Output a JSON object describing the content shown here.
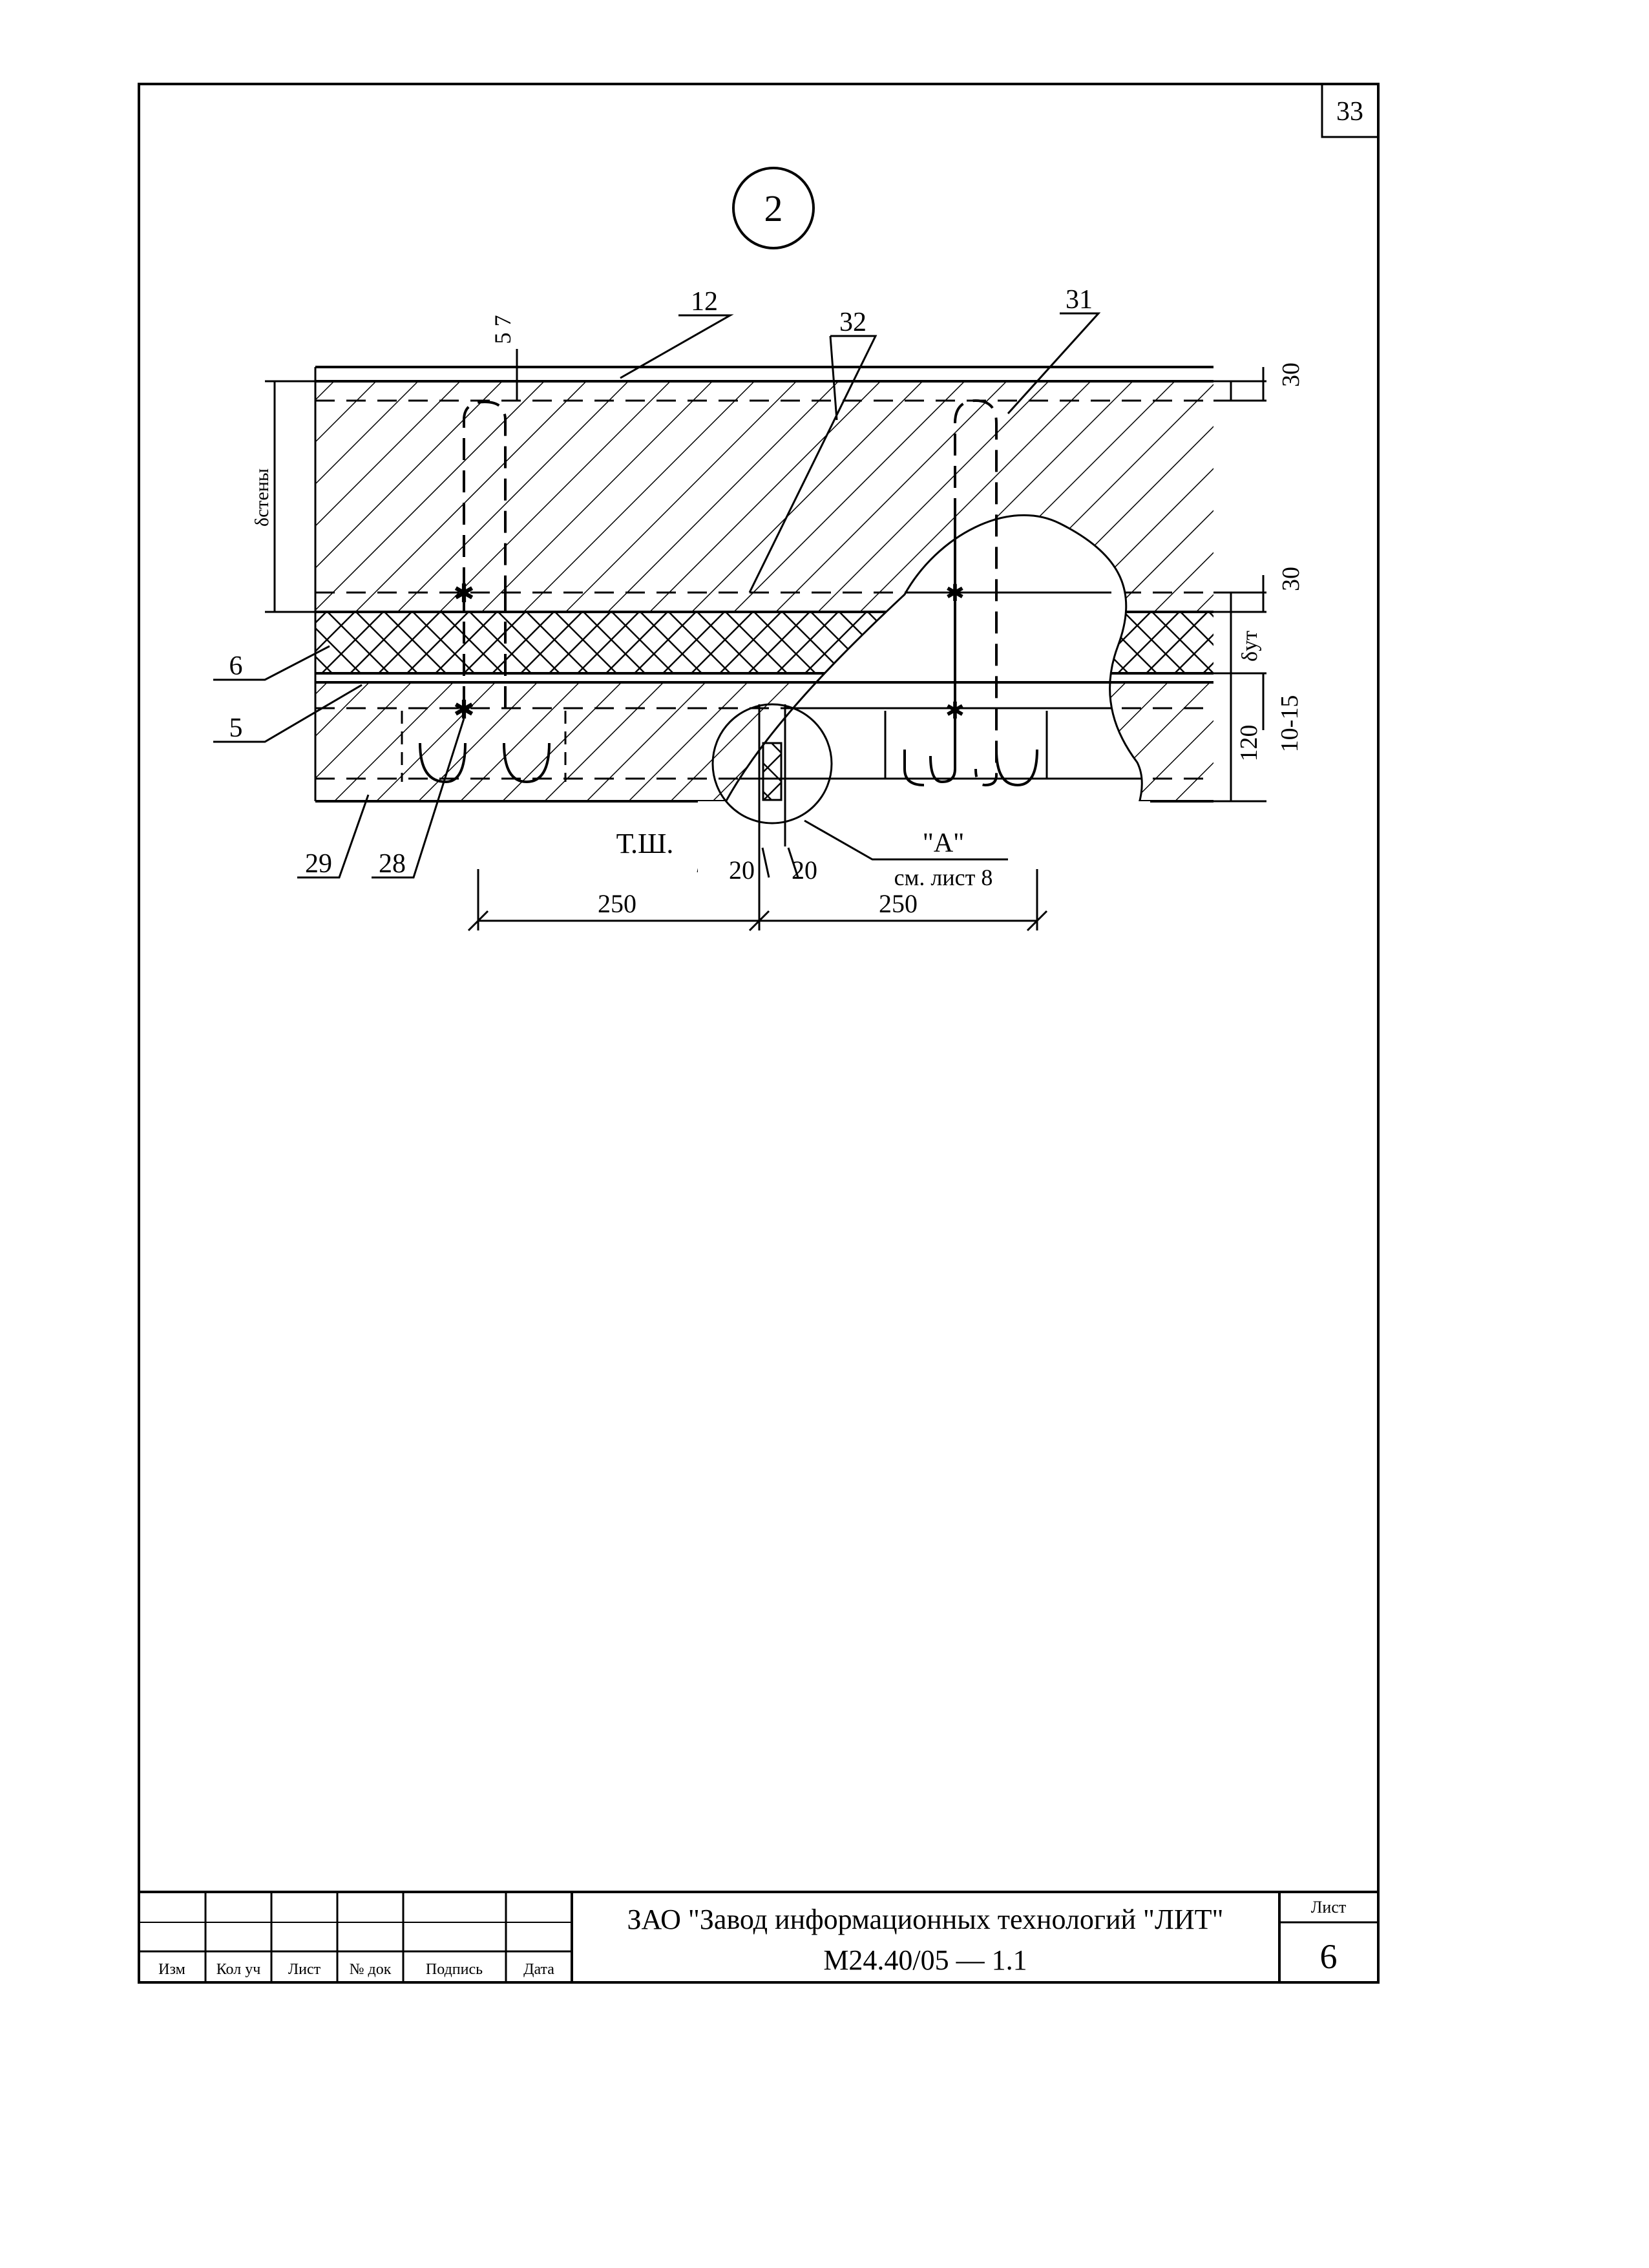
{
  "sheet_corner": "33",
  "detail_marker": "2",
  "callouts": {
    "c12": "12",
    "c32": "32",
    "c31": "31",
    "c6": "6",
    "c5": "5",
    "c29": "29",
    "c28": "28"
  },
  "dimensions": {
    "top_small": "5 7",
    "right_top": "30",
    "right_mid": "30",
    "right_ins": "δут",
    "right_gap": "10-15",
    "right_inner": "120",
    "left_wall": "δстены",
    "joint_left": "20",
    "joint_right": "20",
    "span_left": "250",
    "span_right": "250"
  },
  "labels": {
    "tsh": "Т.Ш.",
    "ref_a": "\"А\"",
    "ref_sheet": "см. лист 8"
  },
  "title_block": {
    "headers": [
      "Изм",
      "Кол уч",
      "Лист",
      "№ док",
      "Подпись",
      "Дата"
    ],
    "company": "ЗАО \"Завод информационных технологий \"ЛИТ\"",
    "doc_code": "М24.40/05  —  1.1",
    "sheet_label": "Лист",
    "sheet_number": "6"
  }
}
